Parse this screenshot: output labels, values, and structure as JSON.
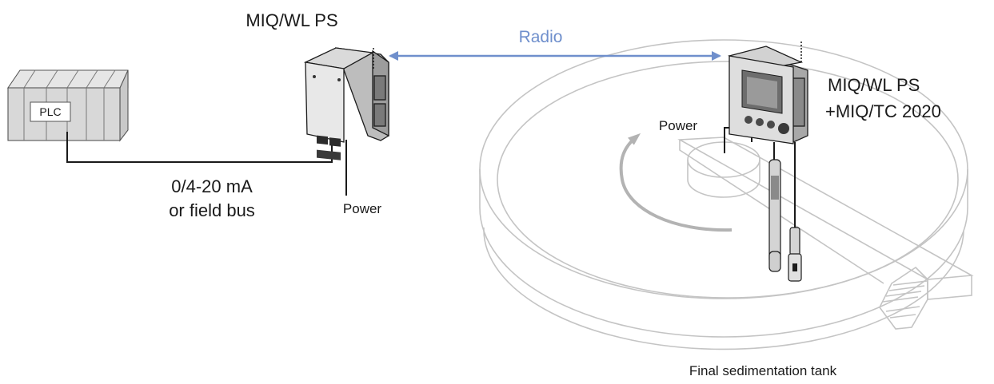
{
  "labels": {
    "plc": "PLC",
    "signal_line1": "0/4-20 mA",
    "signal_line2": "or field bus",
    "left_device": "MIQ/WL PS",
    "left_power": "Power",
    "radio": "Radio",
    "right_device_line1": "MIQ/WL PS",
    "right_device_line2": "+MIQ/TC 2020",
    "right_power": "Power",
    "tank": "Final sedimentation tank"
  },
  "colors": {
    "radio_link": "#6f8fcc",
    "wire": "#1a1a1a",
    "tank_outline": "#c4c4c4",
    "rotation_arrow": "#b3b3b3"
  },
  "icons": {
    "plc": "plc-rack-icon",
    "left_device": "wireless-power-supply-icon",
    "right_device": "controller-terminal-icon",
    "sensors": "probe-sensor-icon",
    "rotation": "rotation-arrow-icon"
  }
}
